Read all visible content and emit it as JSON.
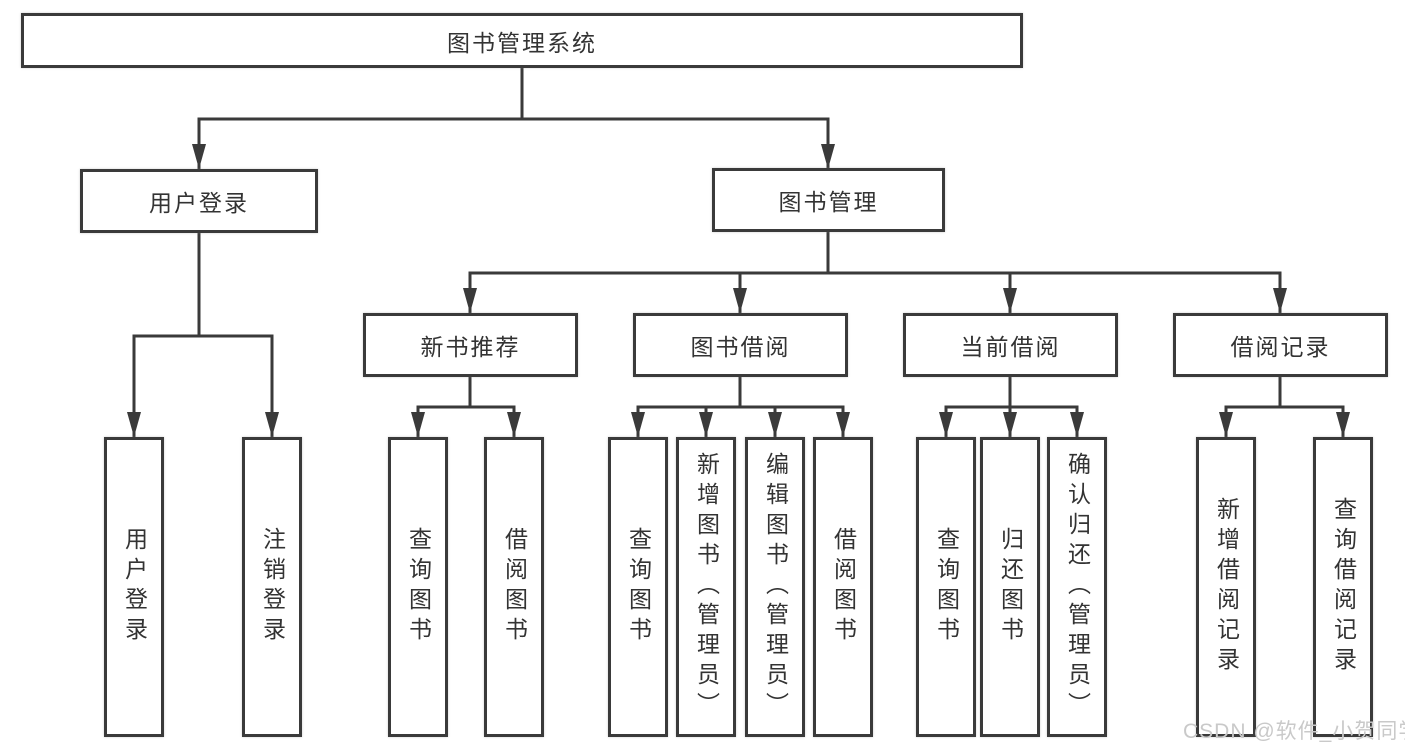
{
  "diagram_title": "图书管理系统",
  "tree": {
    "root": {
      "label": "图书管理系统",
      "children": [
        {
          "label": "用户登录",
          "children": [
            {
              "label": "用户登录"
            },
            {
              "label": "注销登录"
            }
          ]
        },
        {
          "label": "图书管理",
          "children": [
            {
              "label": "新书推荐",
              "children": [
                {
                  "label": "查询图书"
                },
                {
                  "label": "借阅图书"
                }
              ]
            },
            {
              "label": "图书借阅",
              "children": [
                {
                  "label": "查询图书"
                },
                {
                  "label": "新增图书（管理员）"
                },
                {
                  "label": "编辑图书（管理员）"
                },
                {
                  "label": "借阅图书"
                }
              ]
            },
            {
              "label": "当前借阅",
              "children": [
                {
                  "label": "查询图书"
                },
                {
                  "label": "归还图书"
                },
                {
                  "label": "确认归还（管理员）"
                }
              ]
            },
            {
              "label": "借阅记录",
              "children": [
                {
                  "label": "新增借阅记录"
                },
                {
                  "label": "查询借阅记录"
                }
              ]
            }
          ]
        }
      ]
    }
  },
  "watermark": "CSDN @软件_小贺同学",
  "colors": {
    "line": "#3a3a3a",
    "box_border": "#3a3a3a",
    "box_background": "#ffffff",
    "text": "#333333",
    "watermark": "#c9c9c9",
    "background": "#ffffff"
  }
}
